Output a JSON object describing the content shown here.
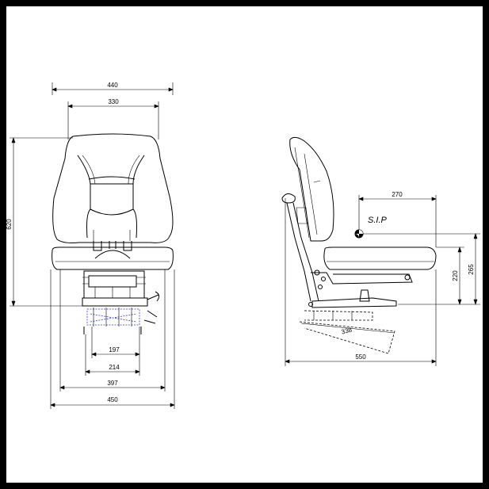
{
  "dimensions": {
    "front_overall_top": "440",
    "front_backrest_width": "330",
    "front_height": "620",
    "front_base_197": "197",
    "front_base_214": "214",
    "front_base_397": "397",
    "front_overall_bottom": "450",
    "side_sip_horizontal": "270",
    "side_sip_height_220": "220",
    "side_sip_height_265": "265",
    "side_slide_338": "338",
    "side_overall_depth": "550"
  },
  "labels": {
    "sip": "S.I.P"
  },
  "colors": {
    "background": "#ffffff",
    "frame": "#000000",
    "line": "#000000",
    "suspension_dashed": "#2a3cc8"
  }
}
